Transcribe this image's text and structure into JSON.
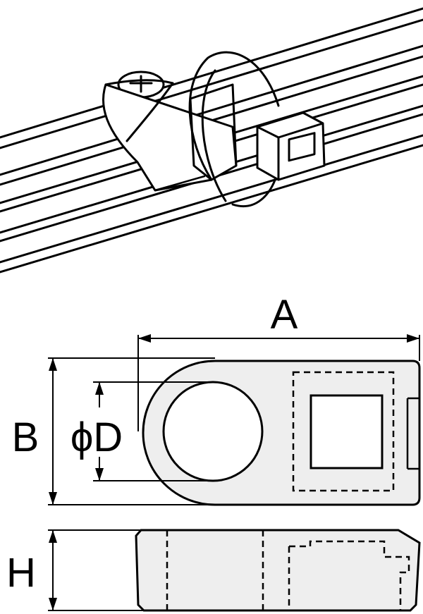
{
  "labels": {
    "a": "A",
    "b": "B",
    "d": "ϕD",
    "h": "H"
  },
  "colors": {
    "line": "#000000",
    "part_fill": "#eeeeee",
    "background": "#ffffff"
  }
}
